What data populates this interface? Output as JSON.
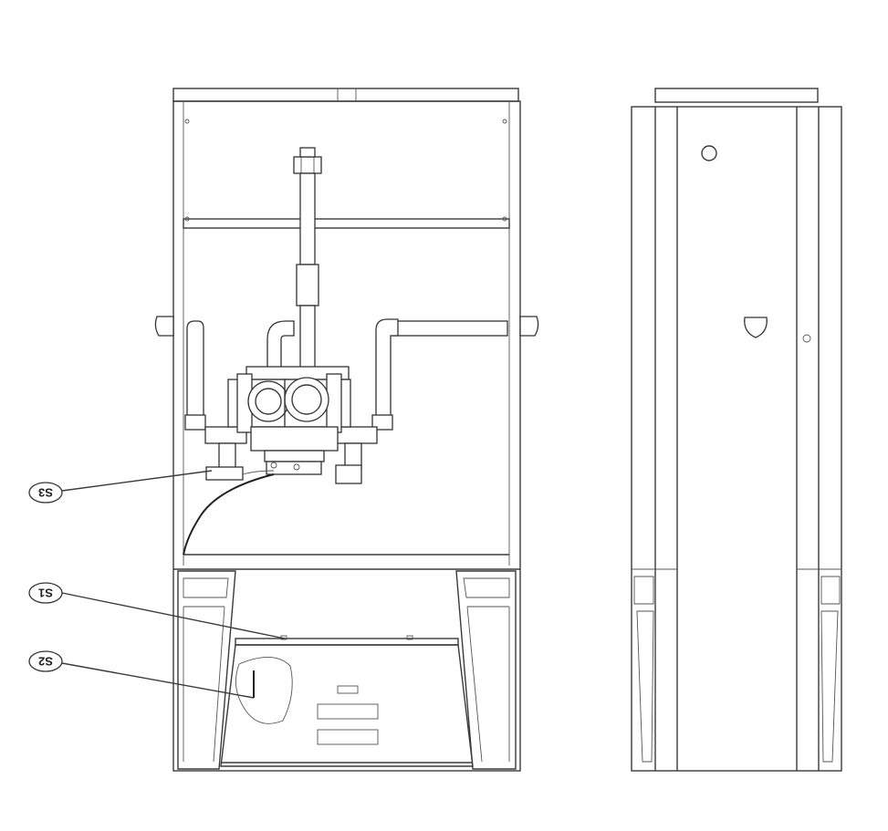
{
  "drawing": {
    "callouts": [
      {
        "label": "S3"
      },
      {
        "label": "S1"
      },
      {
        "label": "S2"
      }
    ]
  }
}
